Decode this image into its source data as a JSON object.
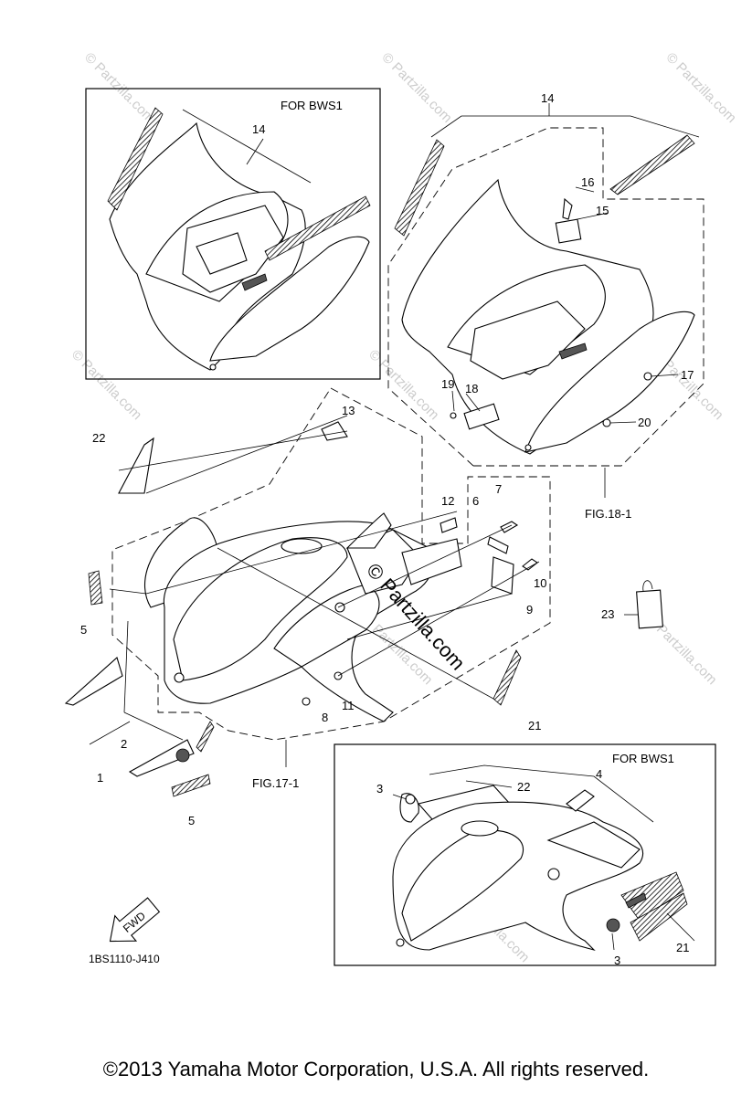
{
  "copyright": "©2013  Yamaha Motor Corporation, U.S.A. All rights reserved.",
  "diagram_code": "1BS1110-J410",
  "fwd_label": "FWD",
  "watermark": "© Partzilla.com",
  "inset_top": {
    "title": "FOR BWS1",
    "callouts": [
      "14"
    ]
  },
  "inset_bottom": {
    "title": "FOR BWS1",
    "callouts": [
      "3",
      "22",
      "4",
      "21",
      "3"
    ]
  },
  "fig_refs": {
    "rear": "FIG.18-1",
    "front": "FIG.17-1"
  },
  "callouts": {
    "c1": "1",
    "c2": "2",
    "c5a": "5",
    "c5b": "5",
    "c6": "6",
    "c7": "7",
    "c8": "8",
    "c9": "9",
    "c10": "10",
    "c11": "11",
    "c12": "12",
    "c13": "13",
    "c14": "14",
    "c15": "15",
    "c16": "16",
    "c17": "17",
    "c18": "18",
    "c19": "19",
    "c20": "20",
    "c21": "21",
    "c22": "22",
    "c23": "23"
  }
}
